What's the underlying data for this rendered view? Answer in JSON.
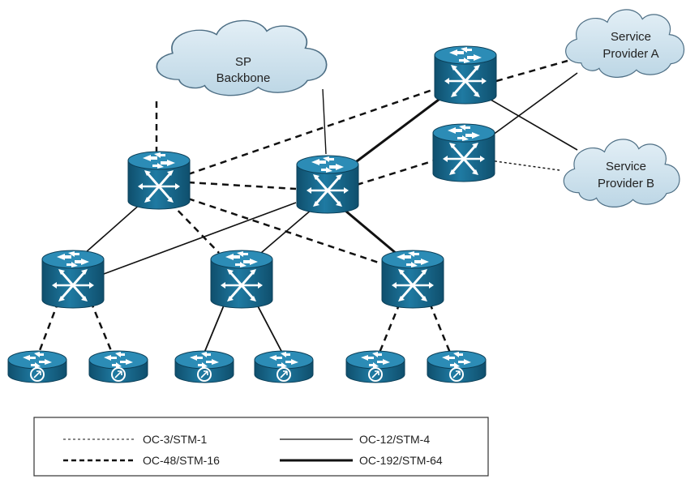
{
  "clouds": {
    "sp_backbone": {
      "line1": "SP",
      "line2": "Backbone"
    },
    "provider_a": {
      "line1": "Service",
      "line2": "Provider A"
    },
    "provider_b": {
      "line1": "Service",
      "line2": "Provider B"
    }
  },
  "legend": {
    "oc3": "OC-3/STM-1",
    "oc12": "OC-12/STM-4",
    "oc48": "OC-48/STM-16",
    "oc192": "OC-192/STM-64"
  },
  "colors": {
    "switch_body": "#1b6f93",
    "switch_top": "#2c8cb6",
    "cloud_fill": "#cfe3ee",
    "cloud_stroke": "#4e6f85",
    "link": "#111111"
  },
  "icons": {
    "core_switch": "atm-switch-icon",
    "edge_router": "router-icon",
    "cloud": "cloud-icon"
  }
}
